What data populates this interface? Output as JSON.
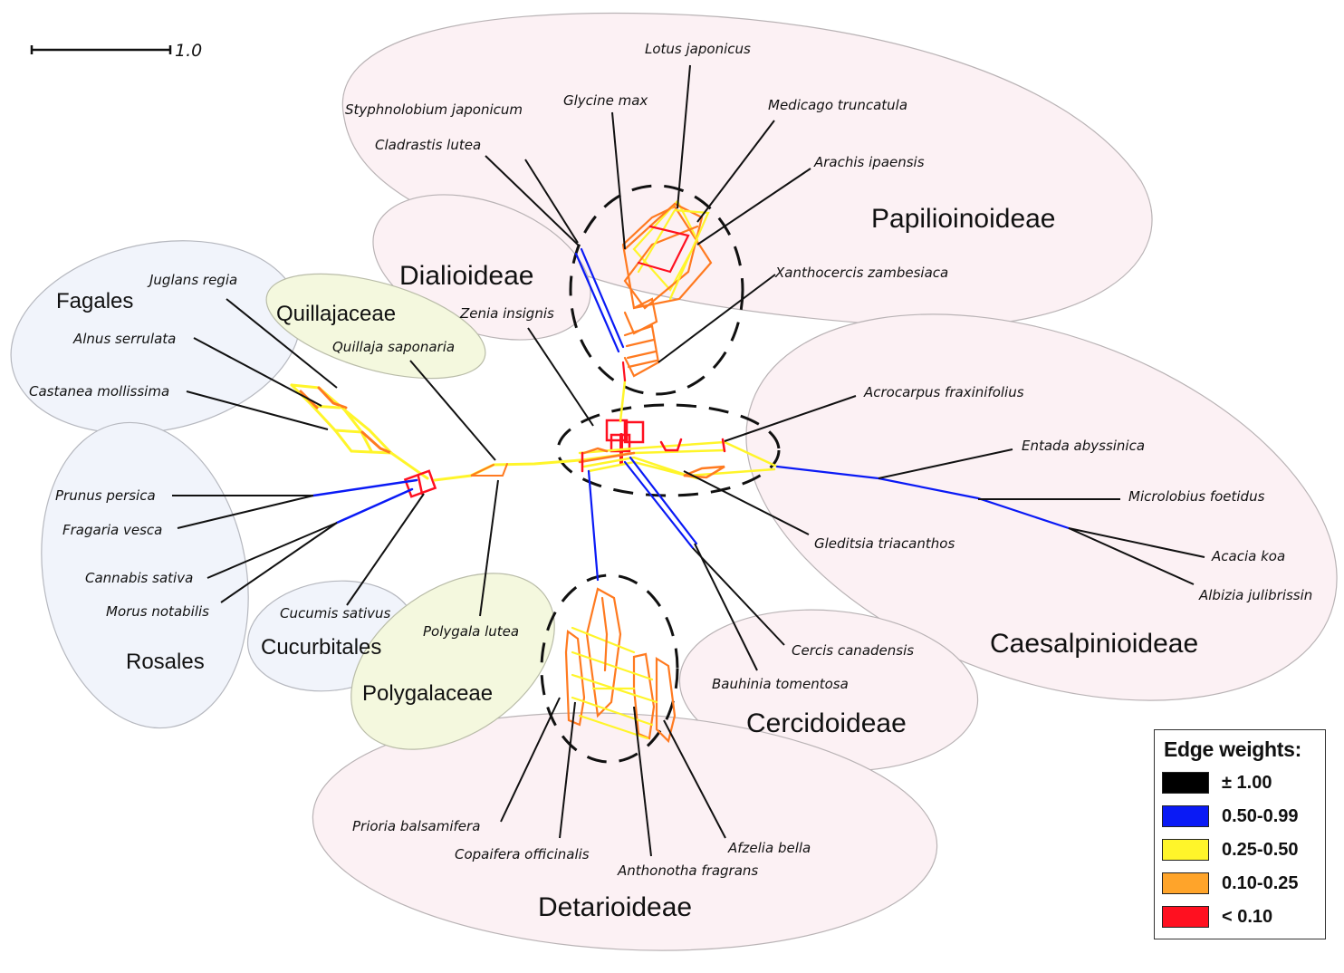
{
  "scale_bar": {
    "label": "1.0"
  },
  "legend": {
    "title": "Edge weights:",
    "items": [
      {
        "label": "± 1.00",
        "color": "#000000"
      },
      {
        "label": "0.50-0.99",
        "color": "#0a1af5"
      },
      {
        "label": "0.25-0.50",
        "color": "#fff52a"
      },
      {
        "label": "0.10-0.25",
        "color": "#ffa42a"
      },
      {
        "label": "< 0.10",
        "color": "#ff1020"
      }
    ]
  },
  "groups": {
    "papilioinoideae": "Papilioinoideae",
    "dialioideae": "Dialioideae",
    "caesalpinioideae": "Caesalpinioideae",
    "cercidoideae": "Cercidoideae",
    "detarioideae": "Detarioideae",
    "fagales": "Fagales",
    "quillajaceae": "Quillajaceae",
    "rosales": "Rosales",
    "cucurbitales": "Cucurbitales",
    "polygalaceae": "Polygalaceae"
  },
  "taxa": {
    "lotus": "Lotus japonicus",
    "glycine": "Glycine max",
    "styphnolobium": "Styphnolobium japonicum",
    "cladrastis": "Cladrastis lutea",
    "medicago": "Medicago truncatula",
    "arachis": "Arachis ipaensis",
    "xanthocercis": "Xanthocercis zambesiaca",
    "zenia": "Zenia insignis",
    "juglans": "Juglans regia",
    "alnus": "Alnus serrulata",
    "castanea": "Castanea mollissima",
    "quillaja": "Quillaja saponaria",
    "prunus": "Prunus persica",
    "fragaria": "Fragaria vesca",
    "cannabis": "Cannabis sativa",
    "morus": "Morus notabilis",
    "cucumis": "Cucumis sativus",
    "polygala": "Polygala lutea",
    "acrocarpus": "Acrocarpus fraxinifolius",
    "entada": "Entada abyssinica",
    "microlobius": "Microlobius foetidus",
    "acacia": "Acacia koa",
    "albizia": "Albizia julibrissin",
    "gleditsia": "Gleditsia triacanthos",
    "cercis": "Cercis canadensis",
    "bauhinia": "Bauhinia tomentosa",
    "prioria": "Prioria balsamifera",
    "copaifera": "Copaifera officinalis",
    "anthonotha": "Anthonotha fragrans",
    "afzelia": "Afzelia bella"
  }
}
